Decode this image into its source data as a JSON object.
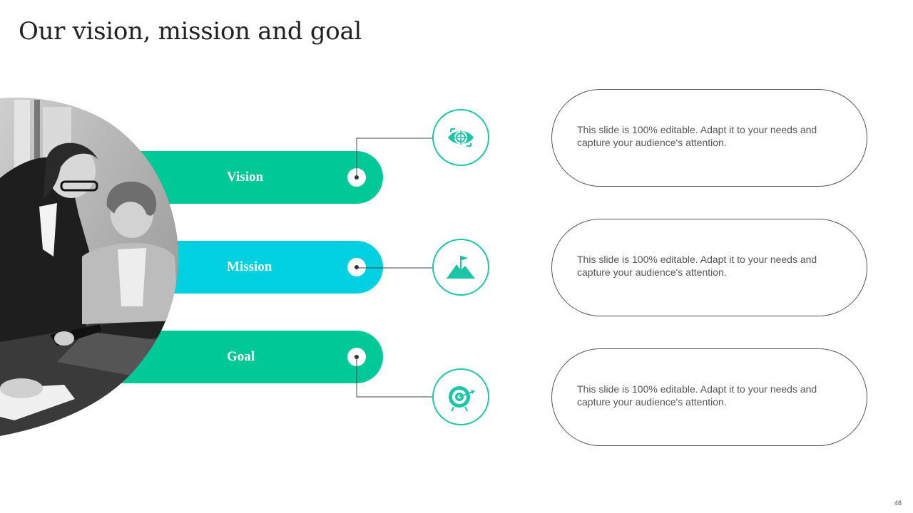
{
  "slide": {
    "title": "Our vision, mission and goal",
    "page_number": "48"
  },
  "items": [
    {
      "label": "Vision",
      "color": "#00c896",
      "icon": "eye-target-icon",
      "description": "This slide is 100% editable. Adapt it to your needs and capture your audience's attention."
    },
    {
      "label": "Mission",
      "color": "#00d0e0",
      "icon": "mountain-flag-icon",
      "description": "This slide is 100% editable. Adapt it to your needs and capture your audience's attention."
    },
    {
      "label": "Goal",
      "color": "#00c896",
      "icon": "target-arrow-icon",
      "description": "This slide is 100% editable. Adapt it to your needs and capture your audience's attention."
    }
  ],
  "colors": {
    "accent_green": "#00c896",
    "accent_cyan": "#00d0e0",
    "icon_stroke": "#1bc6a7"
  }
}
